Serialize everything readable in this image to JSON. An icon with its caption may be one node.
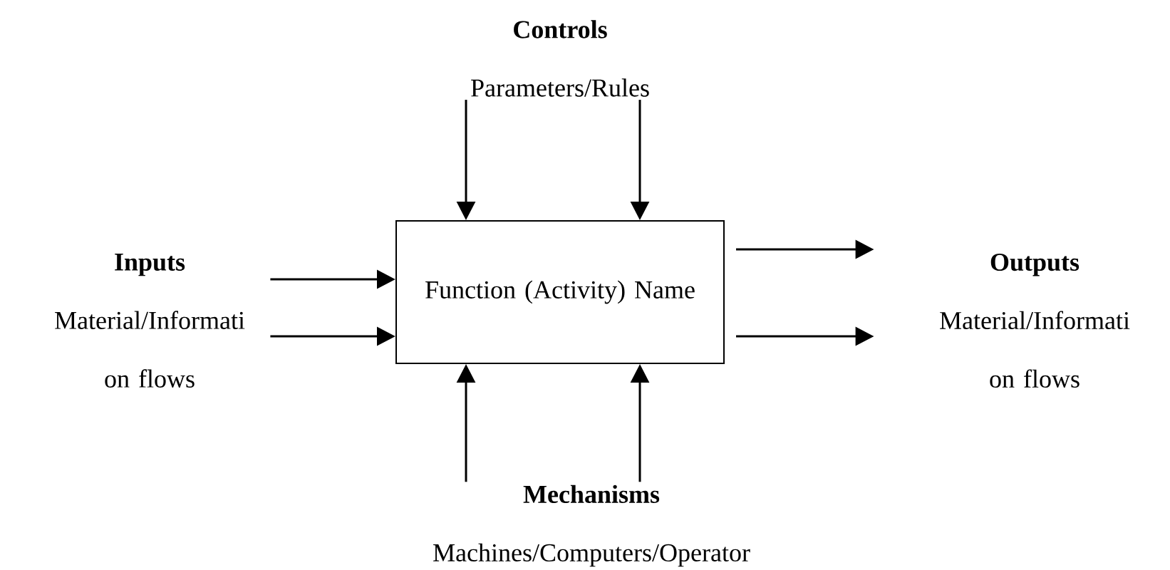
{
  "diagram": {
    "nodes": [
      {
        "text": [
          "Function (Activity) Name"
        ]
      },
      {
        "text": [
          "Controls",
          "Parameters/Rules"
        ]
      },
      {
        "text": [
          "Inputs",
          "Material/Informati on flows"
        ]
      },
      {
        "text": [
          "Outputs",
          "Material/Informati on flows"
        ]
      },
      {
        "text": [
          "Mechanisms",
          "Machines/Computers/Operator"
        ]
      }
    ],
    "edges": [
      {
        "from": 1,
        "to": 0,
        "arrow": "to"
      },
      {
        "from": 1,
        "to": 0,
        "arrow": "to"
      },
      {
        "from": 2,
        "to": 0,
        "arrow": "to"
      },
      {
        "from": 2,
        "to": 0,
        "arrow": "to"
      },
      {
        "from": 0,
        "to": 3,
        "arrow": "to"
      },
      {
        "from": 0,
        "to": 3,
        "arrow": "to"
      },
      {
        "from": 4,
        "to": 0,
        "arrow": "to"
      },
      {
        "from": 4,
        "to": 0,
        "arrow": "to"
      }
    ]
  }
}
